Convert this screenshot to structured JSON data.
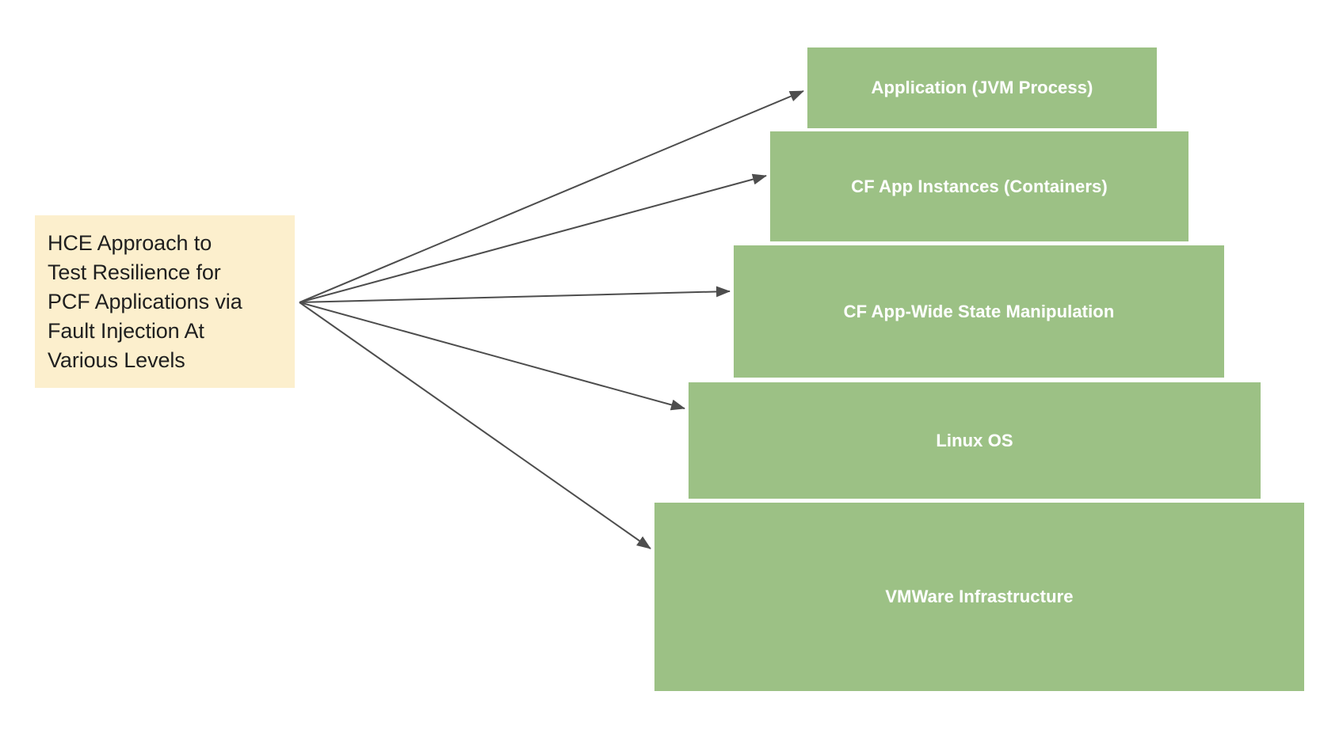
{
  "diagram": {
    "title_box": {
      "text": "HCE Approach to\nTest Resilience for\nPCF Applications via\nFault Injection At\nVarious Levels",
      "background_color": "#fcefcd",
      "text_color": "#1f1f1f"
    },
    "layers": [
      {
        "label": "Application (JVM Process)",
        "color": "#9cc185",
        "text_color": "#ffffff"
      },
      {
        "label": "CF App Instances (Containers)",
        "color": "#9cc185",
        "text_color": "#ffffff"
      },
      {
        "label": "CF App-Wide State Manipulation",
        "color": "#9cc185",
        "text_color": "#ffffff"
      },
      {
        "label": "Linux OS",
        "color": "#9cc185",
        "text_color": "#ffffff"
      },
      {
        "label": "VMWare Infrastructure",
        "color": "#9cc185",
        "text_color": "#ffffff"
      }
    ],
    "arrow_color": "#4d4d4d",
    "background_color": "#ffffff"
  }
}
